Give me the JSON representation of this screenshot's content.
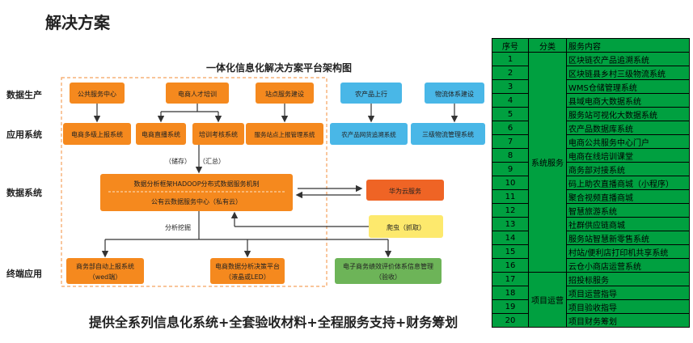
{
  "page_title": "解决方案",
  "diagram": {
    "title": "一体化信息化解决方案平台架构图",
    "row_labels": [
      "数据生产",
      "应用系统",
      "数据系统",
      "终端应用"
    ],
    "production": [
      "公共服务中心",
      "电商人才培训",
      "站点服务建设",
      "农产品上行",
      "物流体系建设"
    ],
    "application": [
      "电商多级上报系统",
      "电商直播系统",
      "培训考核系统",
      "服务站点上报管理系统",
      "农产品网货追溯系统",
      "三级物流管理系统"
    ],
    "storage_label": "（储存）",
    "aggregate_label": "（汇总）",
    "data_center_line1": "数据分析框架HADOOP分布式数据服务机制",
    "data_center_line2": "公有云数据服务中心（私有云）",
    "cloud_service": "华为云服务",
    "crawler": "爬虫（抓取）",
    "analysis_label": "分析挖掘",
    "terminal": [
      {
        "line1": "商务部自动上报系统",
        "line2": "（wed端）"
      },
      {
        "line1": "电商数据分析决策平台",
        "line2": "（液晶或LED）"
      },
      {
        "line1": "电子商务绩效评价体系信息管理",
        "line2": "（验收）"
      }
    ],
    "colors": {
      "orange": "#f5891e",
      "blue": "#49b7e7",
      "red": "#ef6425",
      "yellow": "#fde96d",
      "green": "#6db458",
      "dash": "#f5a25e"
    }
  },
  "footer": "提供全系列信息化系统+全套验收材料+全程服务支持+财务筹划",
  "table": {
    "headers": [
      "序号",
      "分类",
      "服务内容"
    ],
    "category_1": "系统服务",
    "category_2": "项目运营",
    "rows": [
      {
        "idx": "1",
        "content": "区块链农产品追溯系统"
      },
      {
        "idx": "2",
        "content": "区块链县乡村三级物流系统"
      },
      {
        "idx": "3",
        "content": "WMS仓储管理系统"
      },
      {
        "idx": "4",
        "content": "县域电商大数据系统"
      },
      {
        "idx": "5",
        "content": "服务站可视化大数据系统"
      },
      {
        "idx": "6",
        "content": "农产品数据库系统"
      },
      {
        "idx": "7",
        "content": "电商公共服务中心门户"
      },
      {
        "idx": "8",
        "content": "电商在线培训课堂"
      },
      {
        "idx": "9",
        "content": "商务部对接系统"
      },
      {
        "idx": "10",
        "content": "码上助农直播商城（小程序）"
      },
      {
        "idx": "11",
        "content": "聚合视频直播商城"
      },
      {
        "idx": "12",
        "content": "智慧旅游系统"
      },
      {
        "idx": "13",
        "content": "社群供应链商城"
      },
      {
        "idx": "14",
        "content": "服务站智慧新零售系统"
      },
      {
        "idx": "15",
        "content": "村站/便利店打印机共享系统"
      },
      {
        "idx": "16",
        "content": "云仓小商店运营系统"
      },
      {
        "idx": "17",
        "content": "招投标服务"
      },
      {
        "idx": "18",
        "content": "项目运营指导"
      },
      {
        "idx": "19",
        "content": "项目验收指导"
      },
      {
        "idx": "20",
        "content": "项目财务筹划"
      }
    ]
  }
}
